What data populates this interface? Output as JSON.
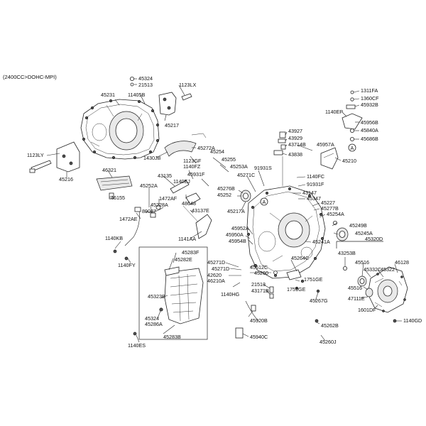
{
  "header": {
    "engine_note": "(2400CC>DOHC-MPI)"
  },
  "callouts": {
    "c45324_top": "45324",
    "c21513_top": "21513",
    "c45231": "45231",
    "c11405B": "11405B",
    "c1123LX": "1123LX",
    "c45217": "45217",
    "c45272A": "45272A",
    "c1430JB": "1430JB",
    "c1123LY": "1123LY",
    "c45216": "45216",
    "c46321": "46321",
    "c46155": "46155",
    "c45252A": "45252A",
    "c1472AF": "1472AF",
    "c45228A": "45228A",
    "c89087": "89087",
    "c1472AE": "1472AE",
    "c43135": "43135",
    "c1123GF": "1123GF",
    "c1140FZ": "1140FZ",
    "c45254": "45254",
    "c45255": "45255",
    "c45253A": "45253A",
    "c45931F_left": "45931F",
    "c1140EJ": "1140EJ",
    "c48648": "48648",
    "c43137E": "43137E",
    "c1141AA": "1141AA",
    "c1140KB": "1140KB",
    "c1140FY": "1140FY",
    "c45283F": "45283F",
    "c45282E": "45282E",
    "c45323B": "45323B",
    "c45324_low": "45324",
    "c45286A": "45286A",
    "c45283B": "45283B",
    "c1140ES": "1140ES",
    "c45271C": "45271C",
    "c91931S": "91931S",
    "c45276B": "45276B",
    "c45252": "45252",
    "c45217A": "45217A",
    "c45952A": "45952A",
    "c45950A": "45950A",
    "c45954B": "45954B",
    "c45271D_1": "45271D",
    "c45271D_2": "45271D",
    "c42620": "42620",
    "c46210A": "46210A",
    "c1140HG": "1140HG",
    "c45612C": "45612C",
    "c45260": "45260",
    "c21513_low": "21513",
    "c43171B": "43171B",
    "c45920B": "45920B",
    "c45940C": "45940C",
    "c43927": "43927",
    "c43929": "43929",
    "c43714B": "43714B",
    "c45957A": "45957A",
    "c43838": "43838",
    "c1140FC": "1140FC",
    "c91931F": "91931F",
    "c43147": "43147",
    "c45347": "45347",
    "c45227": "45227",
    "c45277B": "45277B",
    "c45254A": "45254A",
    "c45249B": "45249B",
    "c45245A": "45245A",
    "c45241A": "45241A",
    "c45264C": "45264C",
    "c1751GE_1": "1751GE",
    "c1751GE_2": "1751GE",
    "c45267G": "45267G",
    "c1311FA": "1311FA",
    "c1360CF": "1360CF",
    "c45932B": "45932B",
    "c1140EP": "1140EP",
    "c45956B": "45956B",
    "c45840A": "45840A",
    "c45686B": "45686B",
    "c45210": "45210",
    "c45320D": "45320D",
    "c43253B": "43253B",
    "c45516_1": "45516",
    "c45332C": "45332C",
    "c45322": "45322",
    "c46128": "46128",
    "c45516_2": "45516",
    "c47111E": "47111E",
    "c1601DF": "1601DF",
    "c45262B": "45262B",
    "c1140GD": "1140GD",
    "c45260J": "45260J"
  },
  "ref_markers": {
    "a1": "A",
    "a2": "A"
  }
}
